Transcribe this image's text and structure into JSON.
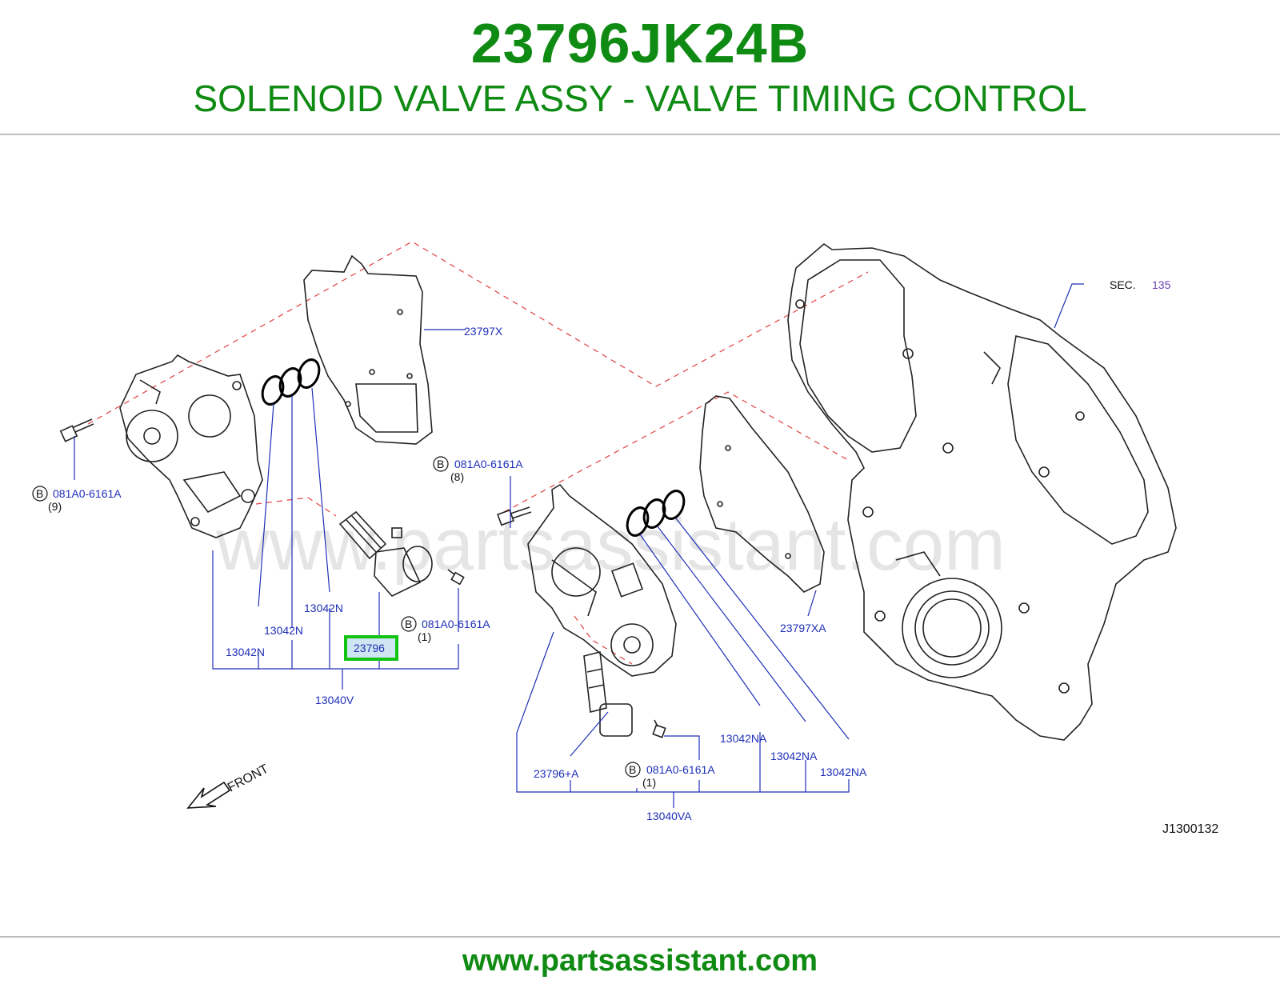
{
  "header": {
    "part_number": "23796JK24B",
    "title": "SOLENOID VALVE ASSY - VALVE TIMING CONTROL"
  },
  "footer": {
    "url": "www.partsassistant.com"
  },
  "watermark": "www.partsassistant.com",
  "diagram": {
    "code": "J1300132",
    "front_label": "FRONT",
    "section": {
      "prefix": "SEC.",
      "number": "135"
    },
    "bolt_marker": "B",
    "highlighted_part": "23796",
    "callouts": {
      "p23797x": "23797X",
      "p23797xa": "23797XA",
      "bolt_left_num": "081A0-6161A",
      "bolt_left_qty": "(9)",
      "bolt_mid_num": "081A0-6161A",
      "bolt_mid_qty": "(8)",
      "bolt_sol_num": "081A0-6161A",
      "bolt_sol_qty": "(1)",
      "bolt_right_num": "081A0-6161A",
      "bolt_right_qty": "(1)",
      "oring_1": "13042N",
      "oring_2": "13042N",
      "oring_3": "13042N",
      "assy_left": "13040V",
      "sol_right": "23796+A",
      "oring_a1": "13042NA",
      "oring_a2": "13042NA",
      "oring_a3": "13042NA",
      "assy_right": "13040VA"
    },
    "colors": {
      "brand_green": "#0f8a12",
      "label_blue": "#1f2fb8",
      "highlight_green": "#12c412",
      "dash_red": "#e04040"
    }
  }
}
